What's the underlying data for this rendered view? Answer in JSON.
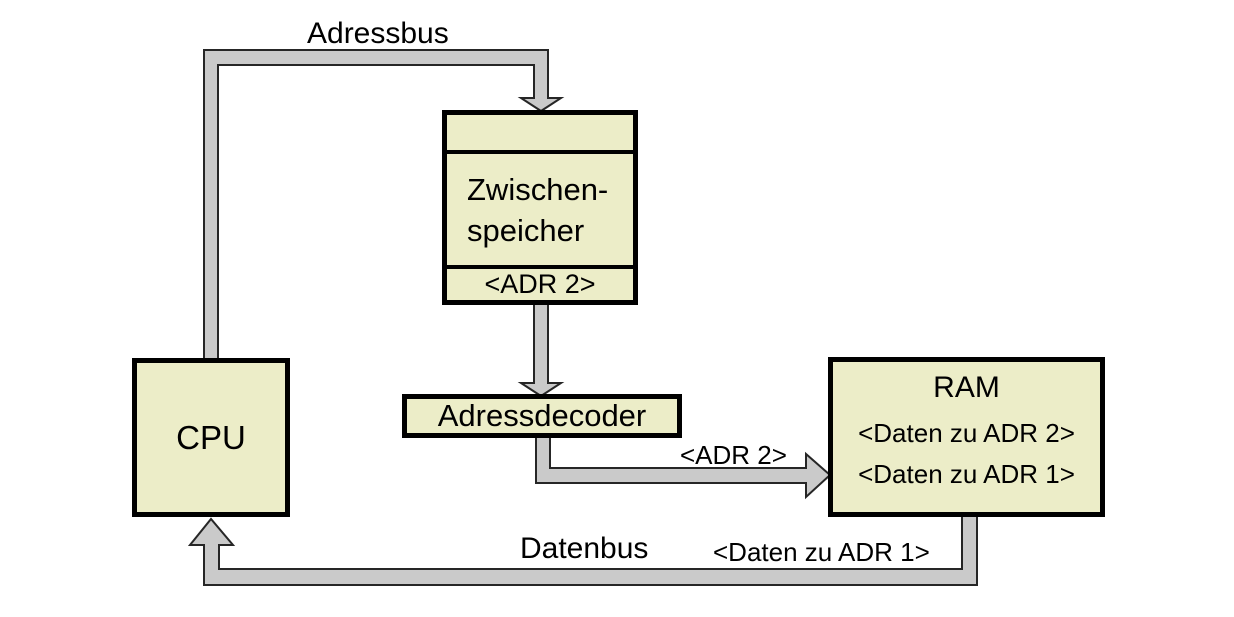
{
  "diagram": {
    "colors": {
      "background": "#ffffff",
      "box_fill": "#ECEDC8",
      "box_border": "#000000",
      "bus_fill": "#CACACA",
      "bus_outline": "#262626",
      "text": "#000000"
    },
    "nodes": {
      "cpu": {
        "label": "CPU"
      },
      "buffer": {
        "label_line1": "Zwischen-",
        "label_line2": "speicher",
        "slot_value": "<ADR 2>"
      },
      "decoder": {
        "label": "Adressdecoder"
      },
      "ram": {
        "label": "RAM",
        "row1": "<Daten zu ADR 2>",
        "row2": "<Daten zu ADR 1>"
      }
    },
    "buses": {
      "address_bus": {
        "label": "Adressbus"
      },
      "adr2_arrow": {
        "label": "<ADR 2>"
      },
      "data_bus": {
        "label": "Datenbus",
        "value_label": "<Daten zu ADR 1>"
      }
    }
  }
}
